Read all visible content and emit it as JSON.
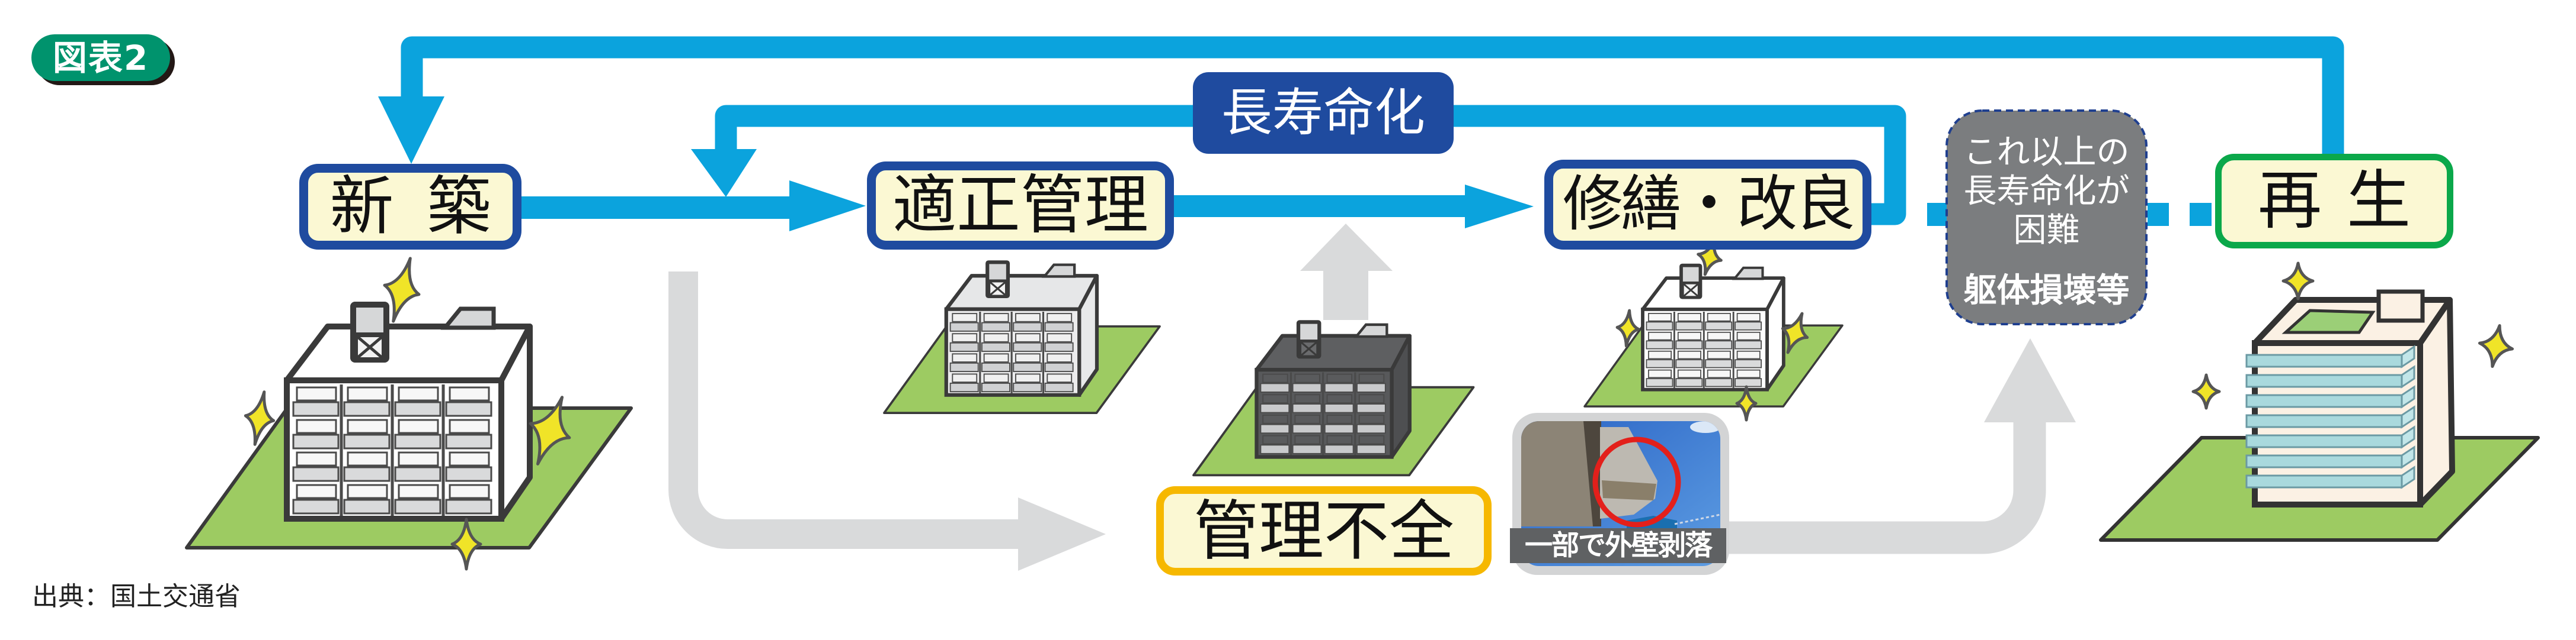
{
  "figure": {
    "label": "図表2",
    "source": "出典：国土交通省"
  },
  "stages": {
    "new_build": {
      "label": "新築"
    },
    "proper_management": {
      "label": "適正管理"
    },
    "repair_improvement": {
      "label": "修繕・改良"
    },
    "regeneration": {
      "label": "再生"
    },
    "poor_management": {
      "label": "管理不全"
    }
  },
  "loops": {
    "life_extension": {
      "label": "長寿命化"
    }
  },
  "limit_box": {
    "lines": [
      "これ以上の",
      "長寿命化が",
      "困難"
    ],
    "cause": "躯体損壊等"
  },
  "photo": {
    "caption": "一部で外壁剥落"
  },
  "colors": {
    "flow_blue": "#0ba3dd",
    "stage_border_navy": "#1f4b9f",
    "stage_fill_cream": "#fbf8d3",
    "regeneration_green": "#0ba84a",
    "poor_management_yellow": "#f6b800",
    "badge_green": "#00936d",
    "degradation_gray_arrow": "#d9dadb",
    "limit_box_gray": "#7b7d7f",
    "ground_green": "#9dcb62",
    "sparkle_yellow": "#f0e428",
    "highlight_red": "#e3201b"
  }
}
